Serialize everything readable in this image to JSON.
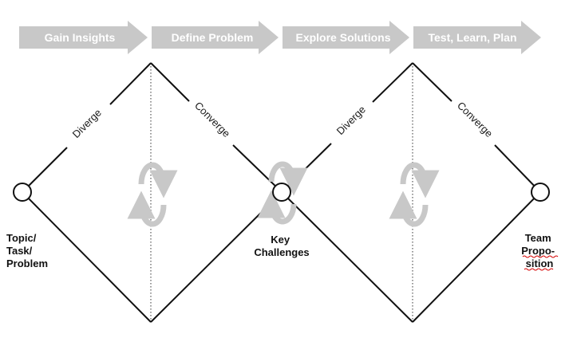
{
  "phases": [
    {
      "label": "Gain Insights"
    },
    {
      "label": "Define Problem"
    },
    {
      "label": "Explore Solutions"
    },
    {
      "label": "Test, Learn, Plan"
    }
  ],
  "edges": {
    "diamond1_left": "Diverge",
    "diamond1_right": "Converge",
    "diamond2_left": "Diverge",
    "diamond2_right": "Converge"
  },
  "nodes": {
    "start": [
      "Topic/",
      "Task/",
      "Problem"
    ],
    "middle": [
      "Key",
      "Challenges"
    ],
    "end": [
      "Team",
      "Propo-",
      "sition"
    ]
  },
  "colors": {
    "arrow": "#c8c8c8",
    "line": "#111111",
    "cycle": "#c8c8c8",
    "spellcheck": "#d40000"
  },
  "icons": [
    "cycle-arrows-icon"
  ]
}
